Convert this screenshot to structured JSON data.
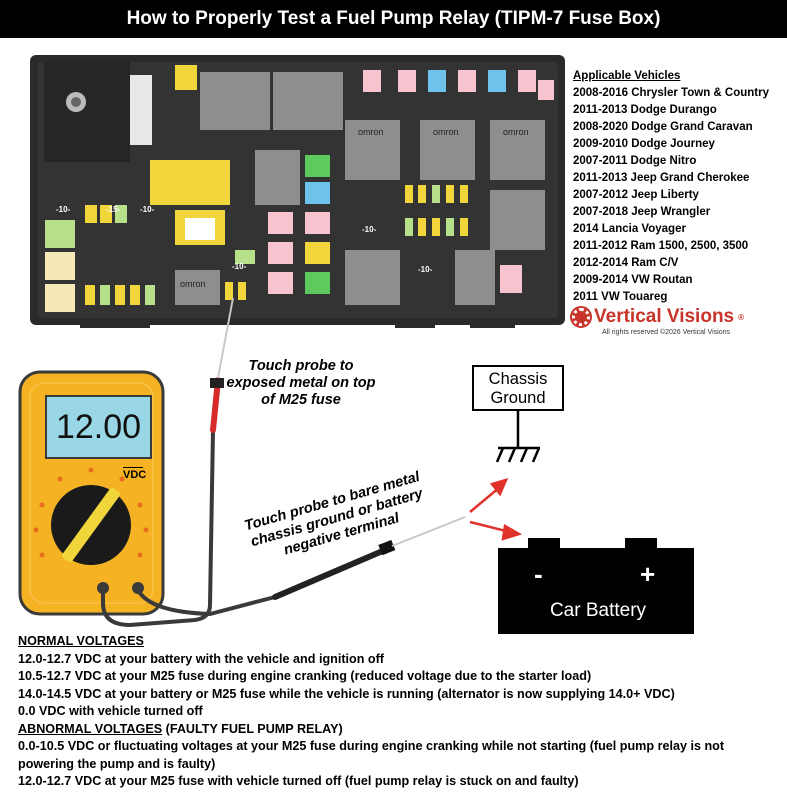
{
  "title": "How to Properly Test a Fuel Pump Relay (TIPM-7 Fuse Box)",
  "vehicles": {
    "heading": "Applicable Vehicles",
    "items": [
      "2008-2016 Chrysler Town & Country",
      "2011-2013 Dodge Durango",
      "2008-2020 Dodge Grand Caravan",
      "2009-2010 Dodge Journey",
      "2007-2011 Dodge Nitro",
      "2011-2013 Jeep Grand Cherokee",
      "2007-2012 Jeep Liberty",
      "2007-2018 Jeep Wrangler",
      "2014 Lancia Voyager",
      "2011-2012 Ram 1500, 2500, 3500",
      "2012-2014 Ram C/V",
      "2009-2014 VW Routan",
      "2011 VW Touareg"
    ]
  },
  "brand": {
    "name": "Vertical Visions",
    "rights": "All rights reserved ©2026 Vertical Visions"
  },
  "multimeter": {
    "reading": "12.00",
    "unit": "VDC"
  },
  "annotations": {
    "red_probe": "Touch probe to exposed metal on top of M25 fuse",
    "black_probe": "Touch probe to bare metal chassis ground or battery negative terminal"
  },
  "chassis_ground": "Chassis Ground",
  "battery": {
    "label": "Car Battery",
    "minus": "-",
    "plus": "+"
  },
  "fuse_labels": [
    "-10-",
    "-15-",
    "-10-",
    "-10-",
    "-10-",
    "-10-"
  ],
  "relay_labels": [
    "omron",
    "omron",
    "omron",
    "omron"
  ],
  "normal": {
    "heading": "NORMAL VOLTAGES",
    "lines": [
      "12.0-12.7 VDC at your battery with the vehicle and ignition off",
      "10.5-12.7 VDC at your M25 fuse during engine cranking (reduced voltage due to the starter load)",
      "14.0-14.5 VDC at your battery or M25 fuse while the vehicle is running (alternator is now supplying 14.0+ VDC)",
      "0.0 VDC with vehicle turned off"
    ]
  },
  "abnormal": {
    "heading": "ABNORMAL VOLTAGES",
    "heading_suffix": " (FAULTY FUEL PUMP RELAY)",
    "lines": [
      "0.0-10.5 VDC or fluctuating voltages at your M25 fuse during engine cranking while not starting (fuel pump relay is not powering the pump and is faulty)",
      "12.0-12.7 VDC at your M25 fuse with vehicle turned off (fuel pump relay is stuck on and faulty)"
    ]
  },
  "colors": {
    "fuse_box": "#2b2b2b",
    "multimeter": "#f5b324",
    "screen": "#9ad7e6",
    "probe_red": "#d62a2a",
    "arrow_red": "#e0322b",
    "brand": "#c9342a"
  }
}
